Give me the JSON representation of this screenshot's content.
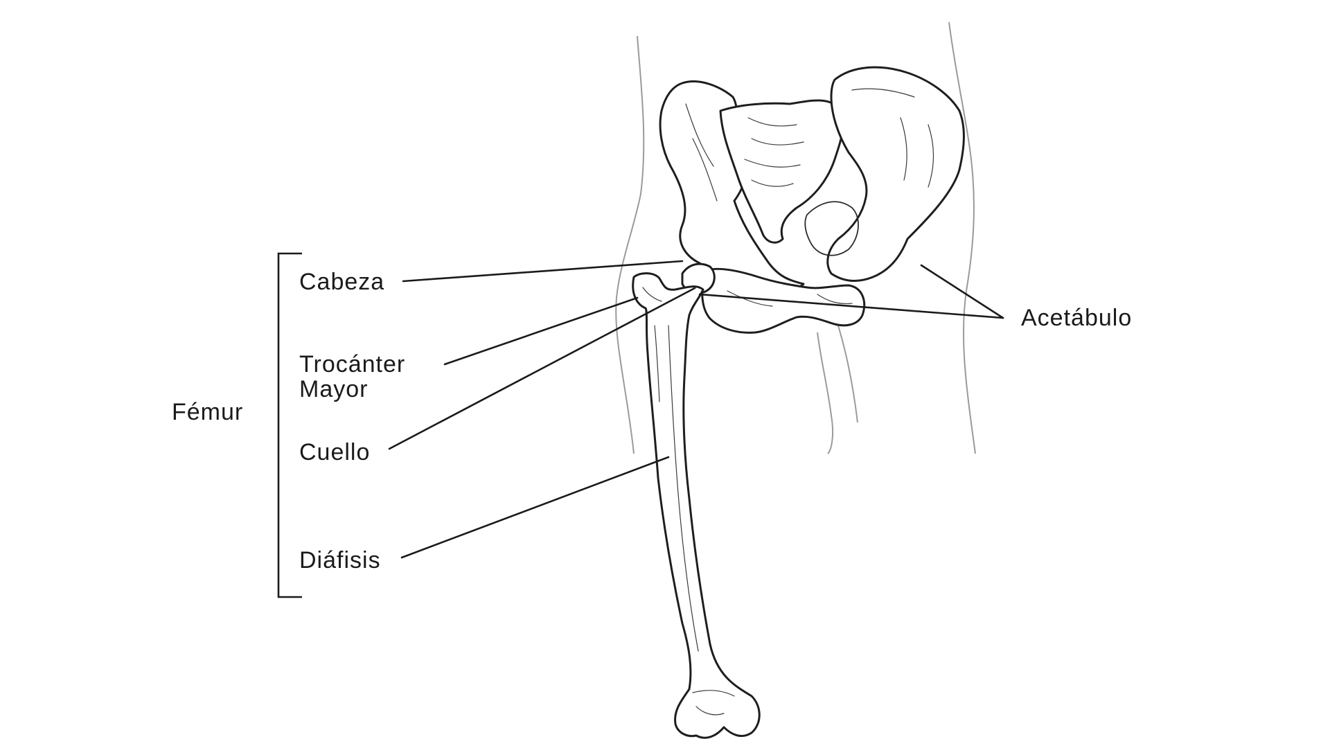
{
  "labels": {
    "femur": "Fémur",
    "cabeza": "Cabeza",
    "trocanter_line1": "Trocánter",
    "trocanter_line2": "Mayor",
    "cuello": "Cuello",
    "diafisis": "Diáfisis",
    "acetabulo": "Acetábulo"
  }
}
